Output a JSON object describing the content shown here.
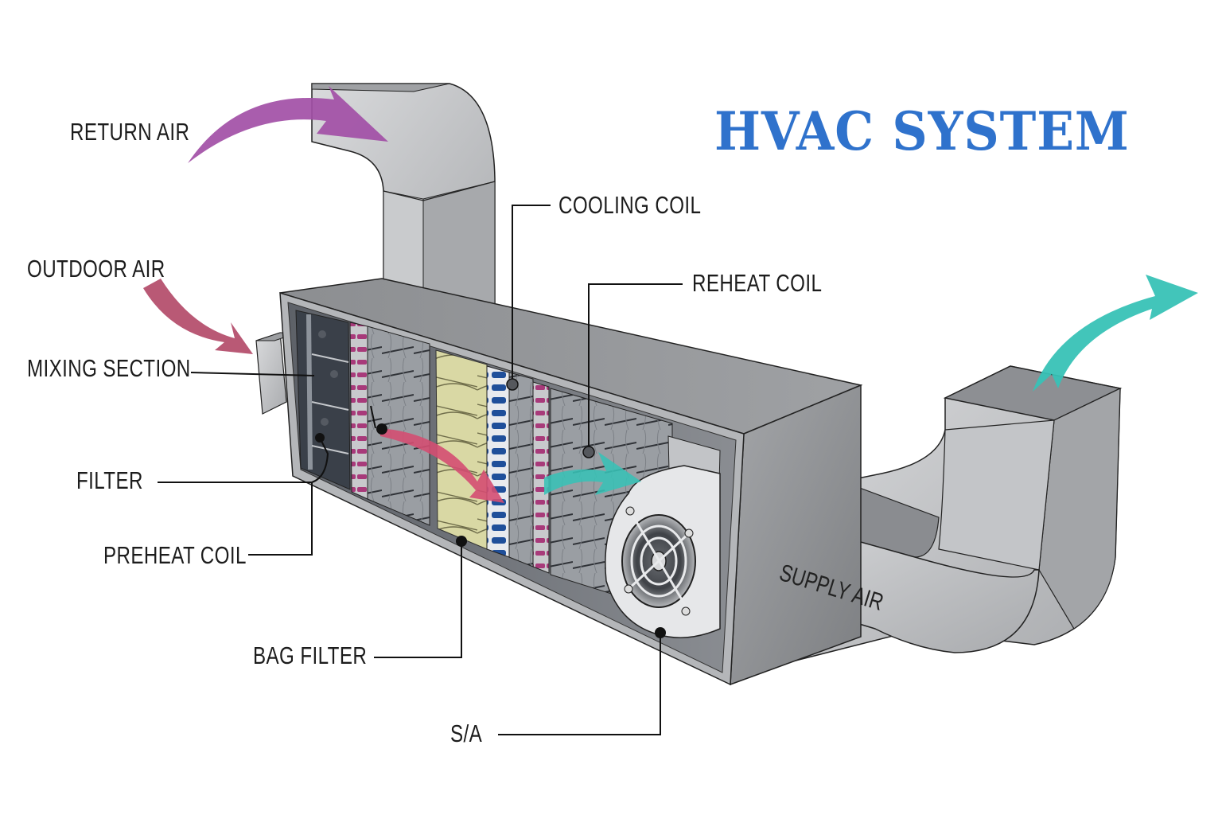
{
  "title": "HVAC SYSTEM",
  "colors": {
    "title": "#2f72cc",
    "return_air_arrow": "#a24fa6",
    "outdoor_air_arrow": "#b5506e",
    "internal_flow_arrow": "#d44e72",
    "supply_air_arrow": "#38c2b6",
    "cooling_coil": "#1f4f9a",
    "heating_coil": "#a83a7a",
    "bag_filter": "#d9d8a4",
    "duct_metal": "#b9bbbe",
    "housing_metal": "#8f9194"
  },
  "labels": {
    "return_air": "RETURN AIR",
    "outdoor_air": "OUTDOOR AIR",
    "mixing_section": "MIXING SECTION",
    "filter": "FILTER",
    "preheat_coil": "PREHEAT COIL",
    "bag_filter": "BAG FILTER",
    "s_a": "S/A",
    "cooling_coil": "COOLING COIL",
    "reheat_coil": "REHEAT COIL",
    "supply_air": "SUPPLY AIR"
  },
  "icons": {
    "return_air_arrow": "curved-arrow-right",
    "outdoor_air_arrow": "curved-arrow-down-right",
    "supply_air_arrow": "curved-arrow-up-right",
    "fan": "centrifugal-fan-grille"
  }
}
